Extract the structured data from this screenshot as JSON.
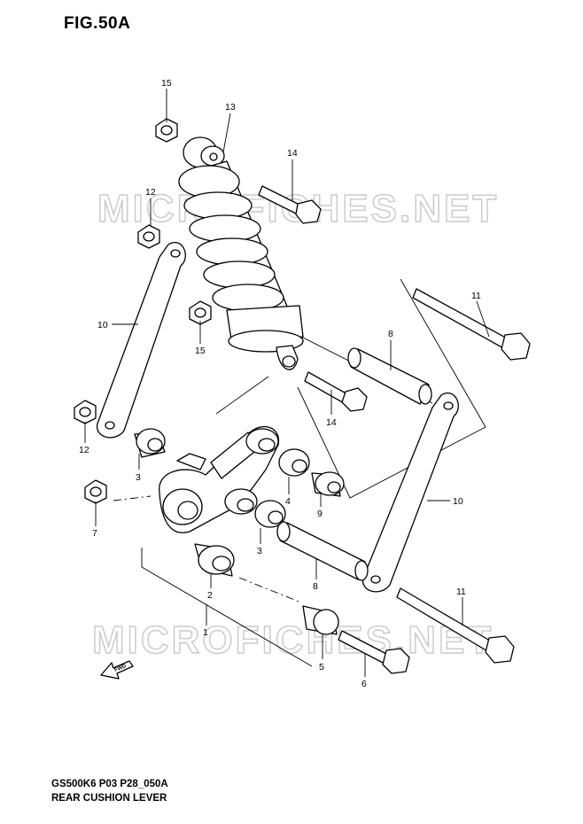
{
  "figure": {
    "title": "FIG.50A",
    "model_code": "GS500K6 P03 P28_050A",
    "name": "REAR CUSHION LEVER"
  },
  "watermark": "MICROFICHES.NET",
  "fwd_label": "FWD",
  "callouts": [
    {
      "id": "c15a",
      "number": "15"
    },
    {
      "id": "c13",
      "number": "13"
    },
    {
      "id": "c14a",
      "number": "14"
    },
    {
      "id": "c12a",
      "number": "12"
    },
    {
      "id": "c11a",
      "number": "11"
    },
    {
      "id": "c10a",
      "number": "10"
    },
    {
      "id": "c15b",
      "number": "15"
    },
    {
      "id": "c8a",
      "number": "8"
    },
    {
      "id": "c14b",
      "number": "14"
    },
    {
      "id": "c12b",
      "number": "12"
    },
    {
      "id": "c3a",
      "number": "3"
    },
    {
      "id": "c4",
      "number": "4"
    },
    {
      "id": "c9",
      "number": "9"
    },
    {
      "id": "c10b",
      "number": "10"
    },
    {
      "id": "c7",
      "number": "7"
    },
    {
      "id": "c3b",
      "number": "3"
    },
    {
      "id": "c8b",
      "number": "8"
    },
    {
      "id": "c2",
      "number": "2"
    },
    {
      "id": "c11b",
      "number": "11"
    },
    {
      "id": "c1",
      "number": "1"
    },
    {
      "id": "c5",
      "number": "5"
    },
    {
      "id": "c6",
      "number": "6"
    }
  ]
}
